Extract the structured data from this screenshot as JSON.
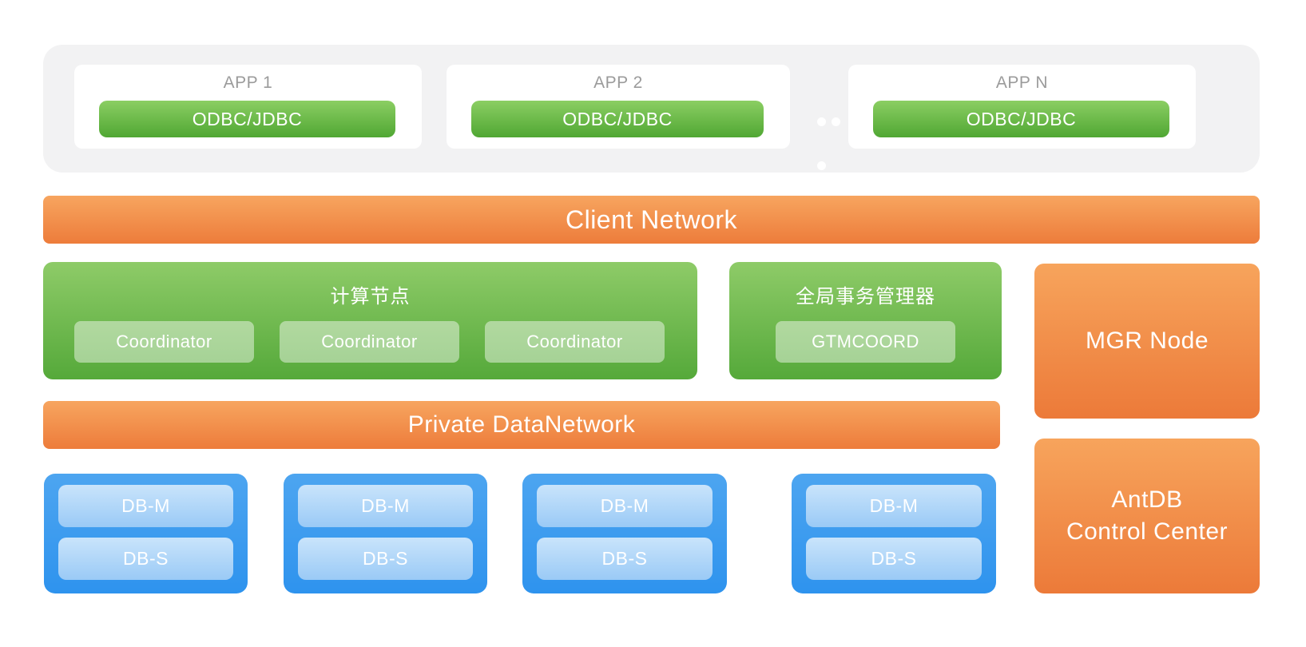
{
  "app_layer": {
    "apps": [
      {
        "title": "APP 1",
        "connector": "ODBC/JDBC"
      },
      {
        "title": "APP 2",
        "connector": "ODBC/JDBC"
      },
      {
        "title": "APP N",
        "connector": "ODBC/JDBC"
      }
    ]
  },
  "client_network": {
    "label": "Client Network"
  },
  "compute_node": {
    "title": "计算节点",
    "coordinators": [
      "Coordinator",
      "Coordinator",
      "Coordinator"
    ]
  },
  "gtm": {
    "title": "全局事务管理器",
    "node": "GTMCOORD"
  },
  "mgr_node": {
    "label": "MGR Node"
  },
  "private_network": {
    "label": "Private DataNetwork"
  },
  "data_nodes": [
    {
      "master": "DB-M",
      "slave": "DB-S"
    },
    {
      "master": "DB-M",
      "slave": "DB-S"
    },
    {
      "master": "DB-M",
      "slave": "DB-S"
    },
    {
      "master": "DB-M",
      "slave": "DB-S"
    }
  ],
  "control_center": {
    "line1": "AntDB",
    "line2": "Control Center"
  },
  "colors": {
    "orange_gradient_top": "#f7a55f",
    "orange_gradient_bottom": "#ed7c3b",
    "green_gradient_top": "#8ecb68",
    "green_gradient_bottom": "#55a93a",
    "blue_gradient_top": "#4da5f0",
    "blue_gradient_bottom": "#2e93ee",
    "light_blue_pill_top": "#c9e4fb",
    "light_blue_pill_bottom": "#9acaf6",
    "app_container_gray": "#f2f2f3",
    "app_title_gray": "#9b9b9b",
    "text_white": "#ffffff"
  }
}
